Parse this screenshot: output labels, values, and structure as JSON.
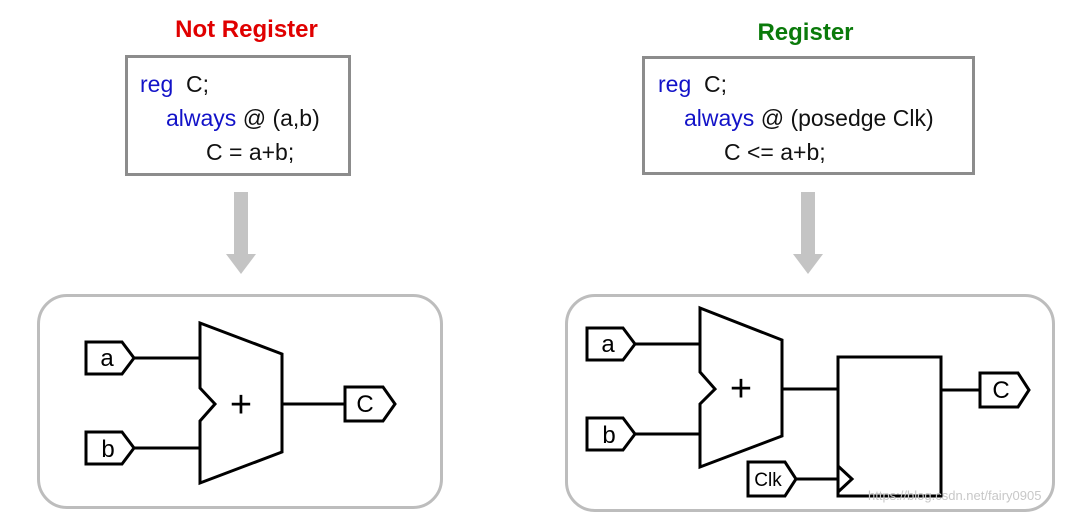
{
  "left": {
    "title": "Not Register",
    "title_color": "#e00000",
    "code": {
      "line1_kw": "reg",
      "line1_rest": "  C;",
      "line2_kw": "always",
      "line2_rest": " @ (a,b)",
      "line3": "C = a+b;"
    },
    "inputs": [
      "a",
      "b"
    ],
    "adder_symbol": "+",
    "output": "C"
  },
  "right": {
    "title": "Register",
    "title_color": "#0a7a0a",
    "code": {
      "line1_kw": "reg",
      "line1_rest": "  C;",
      "line2_kw": "always",
      "line2_rest": " @ (posedge Clk)",
      "line3": "C <= a+b;"
    },
    "inputs": [
      "a",
      "b"
    ],
    "adder_symbol": "+",
    "clock": "Clk",
    "output": "C"
  },
  "watermark": "https://blog.csdn.net/fairy0905"
}
